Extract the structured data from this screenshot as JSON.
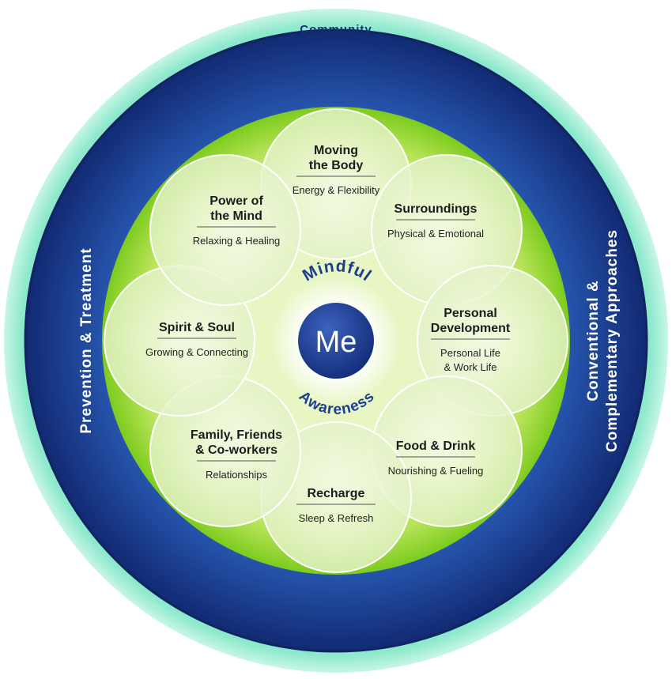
{
  "outer_ring": {
    "top_label": "Community",
    "left_label": "Prevention & Treatment",
    "right_label_line1": "Conventional &",
    "right_label_line2": "Complementary Approaches"
  },
  "center": {
    "me_label": "Me",
    "arc_top": "Mindful",
    "arc_bottom": "Awareness"
  },
  "petals": [
    {
      "title1": "Moving",
      "title2": "the Body",
      "sub1": "Energy & Flexibility",
      "sub2": ""
    },
    {
      "title1": "Surroundings",
      "title2": "",
      "sub1": "Physical & Emotional",
      "sub2": ""
    },
    {
      "title1": "Personal",
      "title2": "Development",
      "sub1": "Personal Life",
      "sub2": "& Work Life"
    },
    {
      "title1": "Food & Drink",
      "title2": "",
      "sub1": "Nourishing & Fueling",
      "sub2": ""
    },
    {
      "title1": "Recharge",
      "title2": "",
      "sub1": "Sleep & Refresh",
      "sub2": ""
    },
    {
      "title1": "Family, Friends",
      "title2": "& Co-workers",
      "sub1": "Relationships",
      "sub2": ""
    },
    {
      "title1": "Spirit & Soul",
      "title2": "",
      "sub1": "Growing & Connecting",
      "sub2": ""
    },
    {
      "title1": "Power of",
      "title2": "the Mind",
      "sub1": "Relaxing & Healing",
      "sub2": ""
    }
  ],
  "colors": {
    "outer_teal": "#7fe3c2",
    "navy": "#16307a",
    "green_band": "#7fd12a",
    "petal_fill": "#eef7dc",
    "me_circle": "#1f3a8c"
  }
}
